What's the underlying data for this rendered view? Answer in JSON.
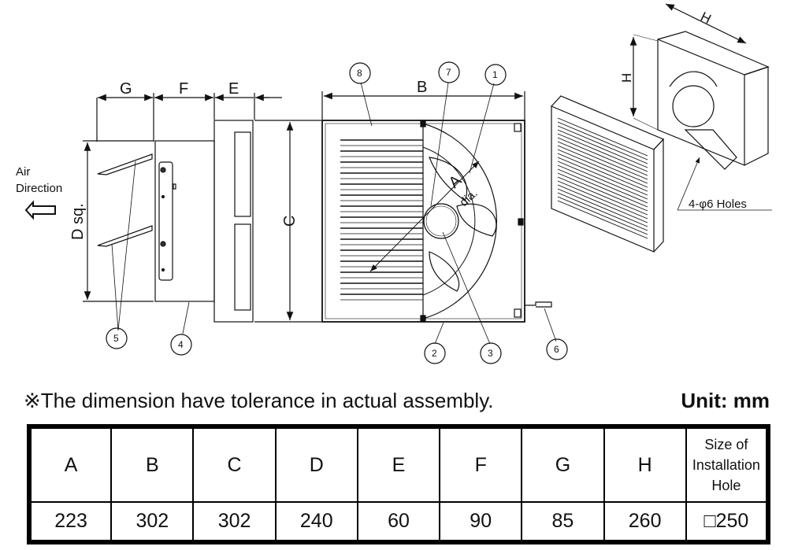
{
  "diagram": {
    "side_view": {
      "dimension_labels": [
        "G",
        "F",
        "E"
      ],
      "height_label": "D sq.",
      "frame_label": "C",
      "air_direction": "Air\nDirection",
      "callouts": [
        "5",
        "4"
      ]
    },
    "front_view": {
      "width_label": "B",
      "fan_dia_label": "A",
      "fan_dia_suffix": "dia.",
      "callouts": [
        "8",
        "7",
        "1",
        "2",
        "3",
        "6"
      ]
    },
    "isometric_view": {
      "dimension_labels": [
        "H",
        "H"
      ],
      "holes_note": "4-φ6 Holes"
    }
  },
  "note": "※The dimension have tolerance in actual assembly.",
  "unit": "Unit: mm",
  "spec_table": {
    "headers": [
      "A",
      "B",
      "C",
      "D",
      "E",
      "F",
      "G",
      "H",
      "Size of Installation Hole"
    ],
    "hole_header_lines": [
      "Size of",
      "Installation",
      "Hole"
    ],
    "values": [
      "223",
      "302",
      "302",
      "240",
      "60",
      "90",
      "85",
      "260",
      "□250"
    ]
  }
}
